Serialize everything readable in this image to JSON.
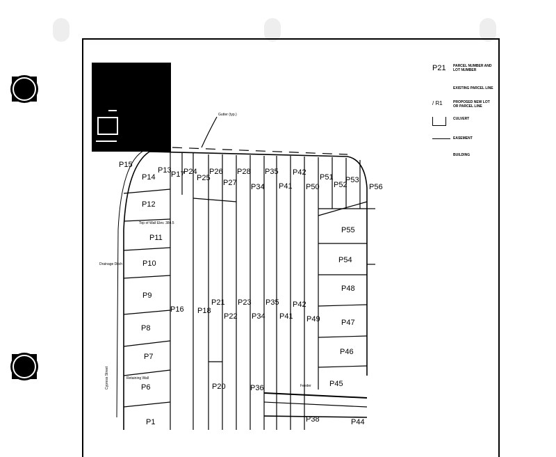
{
  "legend": {
    "items": [
      {
        "symbol": "P21",
        "text": "PARCEL NUMBER AND LOT NUMBER"
      },
      {
        "symbol": "",
        "text": "EXISTING PARCEL LINE"
      },
      {
        "symbol": "/ R1",
        "text": "PROPOSED NEW LOT OR PARCEL LINE"
      },
      {
        "symbol": "",
        "text": "CULVERT"
      },
      {
        "symbol": "",
        "text": "EASEMENT"
      },
      {
        "symbol": "",
        "text": "BUILDING"
      }
    ]
  },
  "annotations": {
    "gutter": "Gutter (typ.)",
    "drainage": "Drainage Ditch",
    "retaining_wall": "Retaining Wall",
    "feeder": "Feeder",
    "culvert_street": "Cypress Street",
    "top_note": "Top of Wall Elev. 384.5"
  },
  "parcels": [
    "P15",
    "P14",
    "P13",
    "P17",
    "P24",
    "P25",
    "P26",
    "P27",
    "P28",
    "P34",
    "P35",
    "P41",
    "P42",
    "P50",
    "P51",
    "P52",
    "P53",
    "P56",
    "P12",
    "P11",
    "P10",
    "P9",
    "P16",
    "P18",
    "P21",
    "P22",
    "P23",
    "P34",
    "P35",
    "P41",
    "P42",
    "P49",
    "P55",
    "P54",
    "P48",
    "P47",
    "P46",
    "P45",
    "P44",
    "P8",
    "P7",
    "P6",
    "P20",
    "P36",
    "P38",
    "P1"
  ]
}
